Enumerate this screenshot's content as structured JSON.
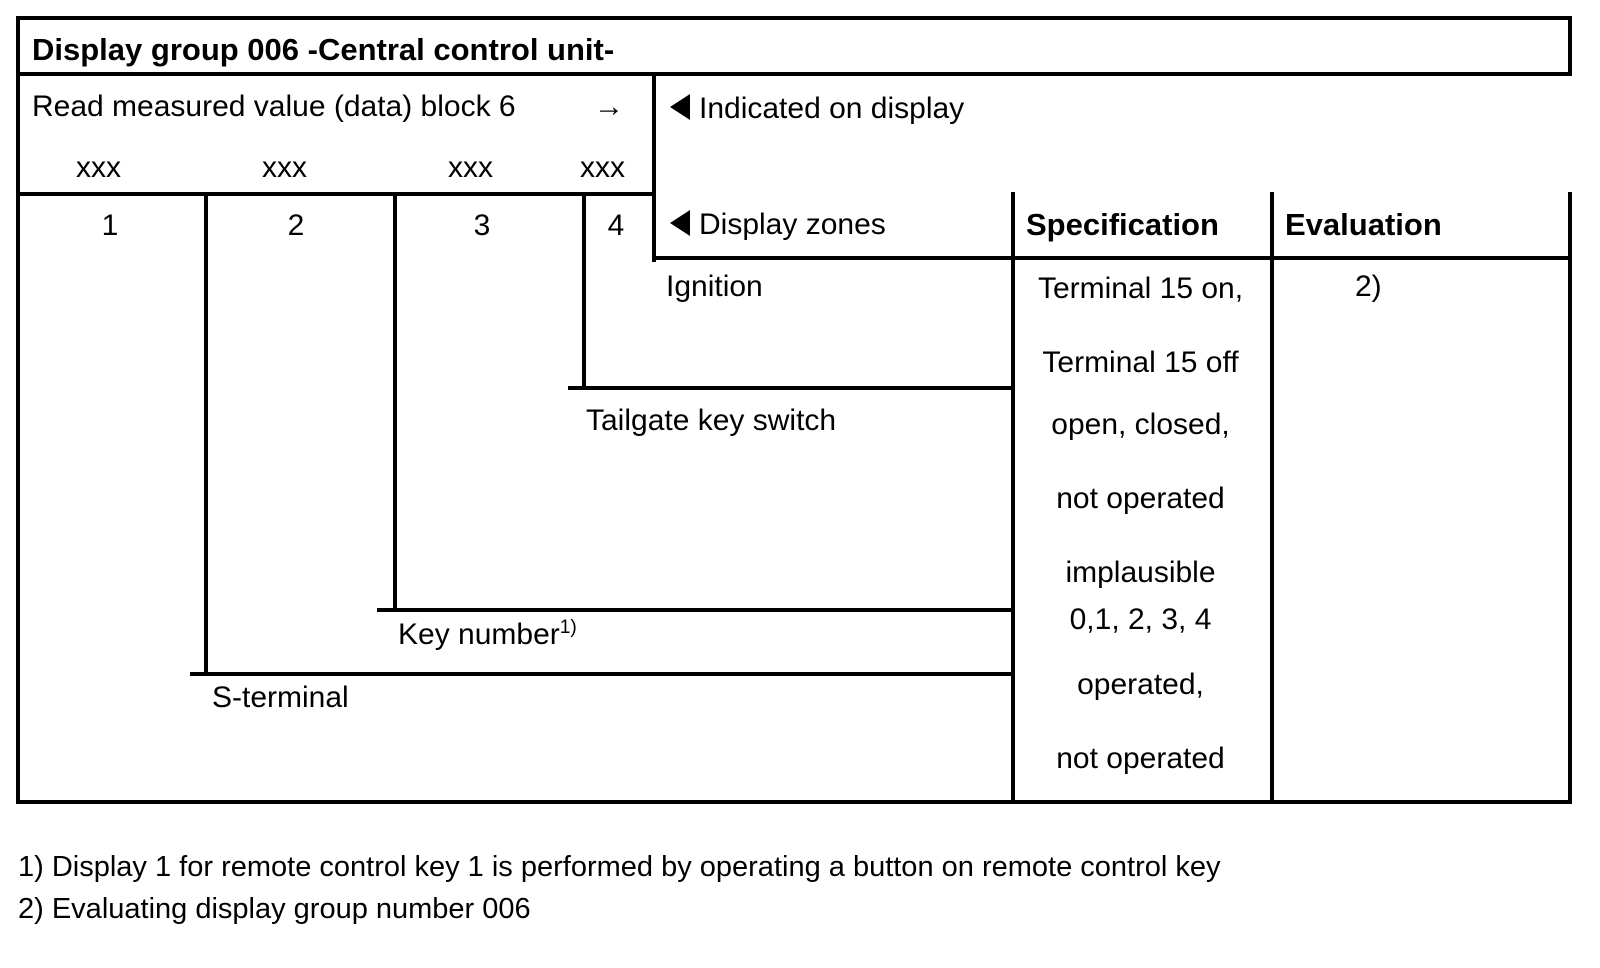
{
  "document": {
    "title": "Display group 006 -Central control unit-",
    "read_block": {
      "label": "Read measured value (data) block 6",
      "arrow": "→",
      "placeholders": [
        "xxx",
        "xxx",
        "xxx",
        "xxx"
      ]
    },
    "indicated_on_display": "Indicated on display",
    "display_zones_label": "Display zones",
    "column_numbers": [
      "1",
      "2",
      "3",
      "4"
    ],
    "headers": {
      "specification": "Specification",
      "evaluation": "Evaluation"
    },
    "rows": [
      {
        "zone": "Ignition",
        "column": "4",
        "specification": [
          "Terminal 15 on,",
          "Terminal 15 off"
        ],
        "evaluation": "2)"
      },
      {
        "zone": "Tailgate key switch",
        "column": "3",
        "specification": [
          "open, closed,",
          "not operated",
          "implausible"
        ],
        "evaluation": ""
      },
      {
        "zone": "Key number",
        "zone_superscript": "1)",
        "column": "2",
        "specification": [
          "0,1, 2, 3, 4"
        ],
        "evaluation": ""
      },
      {
        "zone": "S-terminal",
        "column": "1",
        "specification": [
          "operated,",
          "not operated"
        ],
        "evaluation": ""
      }
    ],
    "footnotes": [
      "1) Display 1 for remote control key 1 is performed by operating a button on remote control key",
      "2) Evaluating display group number 006"
    ]
  }
}
